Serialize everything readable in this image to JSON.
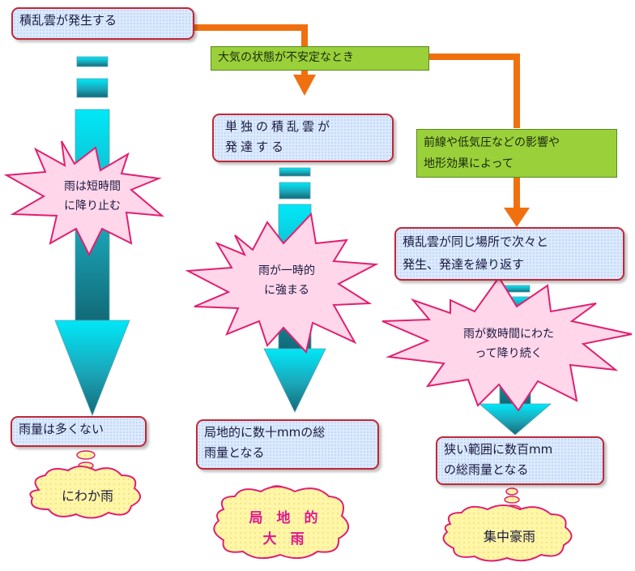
{
  "boxes": {
    "top": "積乱雲が発生する",
    "mid_single": "単独の積乱雲が\n発達する",
    "right_repeat": "積乱雲が同じ場所で次々と\n発生、発達を繰り返す",
    "left_result": "雨量は多くない",
    "mid_result": "局地的に数十mmの総\n雨量となる",
    "right_result": "狭い範囲に数百mm\nの総雨量となる"
  },
  "conditions": {
    "unstable": "大気の状態が不安定なとき",
    "front": "前線や低気圧などの影響や\n地形効果によって"
  },
  "stars": {
    "left": "雨は短時間\nに降り止む",
    "mid": "雨が一時的\nに強まる",
    "right": "雨が数時間にわた\nって降り続く"
  },
  "clouds": {
    "left": "にわか雨",
    "mid_line1": "局　地　的",
    "mid_line2": "大　雨",
    "right": "集中豪雨"
  },
  "colors": {
    "arrow_top": "#00e8f8",
    "arrow_bottom": "#126a78",
    "box_border": "#c02838",
    "box_fill": "#dbeaff",
    "star_fill": "#ffd6ea",
    "star_stroke": "#e02070",
    "cloud_fill": "#fff6a8",
    "cloud_text": "#e01890",
    "connector": "#f07010",
    "condition_fill": "#9ad03a"
  }
}
